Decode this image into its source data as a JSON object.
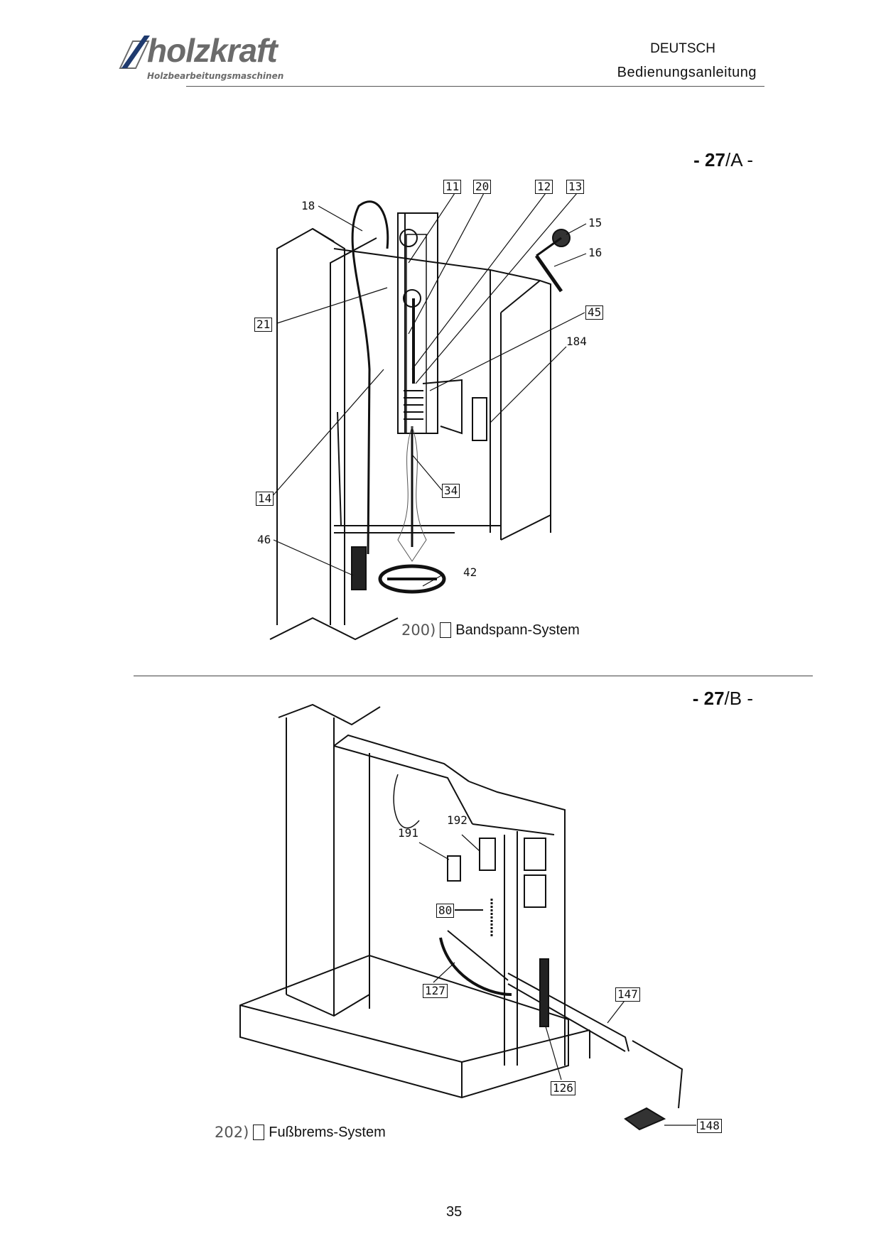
{
  "header": {
    "logo_text": "holzkraft",
    "logo_tagline": "Holzbearbeitungsmaschinen",
    "language": "DEUTSCH",
    "document_type": "Bedienungsanleitung"
  },
  "figures": [
    {
      "id": "27A",
      "number_bold": "- 27",
      "number_suffix": "/A -",
      "caption_number": "200)",
      "caption_text": "Bandspann-System",
      "callouts": [
        {
          "label": "11",
          "boxed": true
        },
        {
          "label": "20",
          "boxed": true
        },
        {
          "label": "12",
          "boxed": true
        },
        {
          "label": "13",
          "boxed": true
        },
        {
          "label": "18",
          "boxed": false
        },
        {
          "label": "15",
          "boxed": false
        },
        {
          "label": "16",
          "boxed": false
        },
        {
          "label": "21",
          "boxed": true
        },
        {
          "label": "45",
          "boxed": true
        },
        {
          "label": "184",
          "boxed": false
        },
        {
          "label": "14",
          "boxed": true
        },
        {
          "label": "34",
          "boxed": true
        },
        {
          "label": "46",
          "boxed": false
        },
        {
          "label": "42",
          "boxed": false
        }
      ]
    },
    {
      "id": "27B",
      "number_bold": "- 27",
      "number_suffix": "/B -",
      "caption_number": "202)",
      "caption_text": "Fußbrems-System",
      "callouts": [
        {
          "label": "191",
          "boxed": false
        },
        {
          "label": "192",
          "boxed": false
        },
        {
          "label": "80",
          "boxed": true
        },
        {
          "label": "127",
          "boxed": true
        },
        {
          "label": "147",
          "boxed": true
        },
        {
          "label": "126",
          "boxed": true
        },
        {
          "label": "148",
          "boxed": true
        }
      ]
    }
  ],
  "footer": {
    "page_number": "35"
  },
  "colors": {
    "logo_gray": "#6b6b6b",
    "logo_blue": "#1f3a6e"
  }
}
